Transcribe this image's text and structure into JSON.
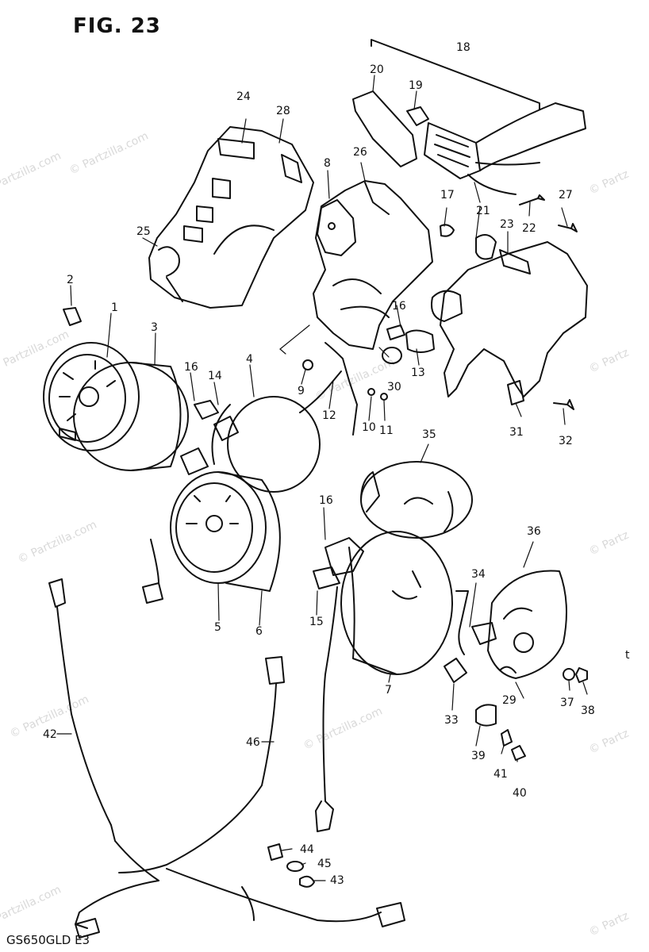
{
  "figure": {
    "title": "FIG. 23",
    "model_code": "GS650GLD E3",
    "stray_mark": "t"
  },
  "watermark": {
    "text": "© Partzilla.com",
    "clipped_text": "© Partz"
  },
  "callouts": [
    "1",
    "2",
    "3",
    "4",
    "5",
    "6",
    "7",
    "8",
    "9",
    "10",
    "11",
    "12",
    "13",
    "14",
    "15",
    "16",
    "17",
    "18",
    "19",
    "20",
    "21",
    "22",
    "23",
    "24",
    "25",
    "26",
    "27",
    "28",
    "29",
    "30",
    "31",
    "32",
    "33",
    "34",
    "35",
    "36",
    "37",
    "38",
    "39",
    "40",
    "41",
    "42",
    "43",
    "44",
    "45",
    "46"
  ],
  "colors": {
    "line": "#111111",
    "watermark": "#d9d9d9",
    "background": "#ffffff"
  }
}
